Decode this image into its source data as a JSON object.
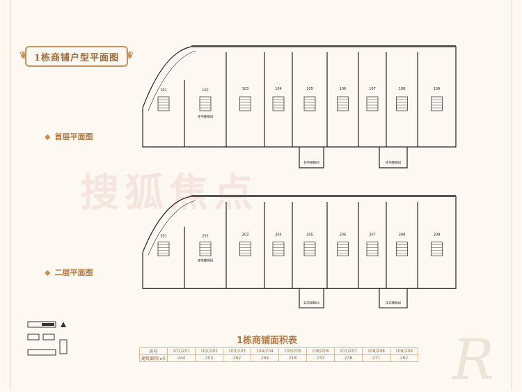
{
  "title": "1栋商铺户型平面图",
  "floors": [
    {
      "label": "首层平面图",
      "units": [
        "109",
        "108",
        "107",
        "106",
        "105",
        "104",
        "103",
        "102",
        "101"
      ],
      "stair": "住宅楼梯间"
    },
    {
      "label": "二层平面图",
      "units": [
        "209",
        "208",
        "207",
        "206",
        "205",
        "204",
        "203",
        "202",
        "201"
      ],
      "stair": "住宅楼梯间"
    }
  ],
  "watermark": "搜狐焦点",
  "area_table": {
    "title": "1栋商铺面积表",
    "row_headers": [
      "房号",
      "建筑面积(㎡)"
    ],
    "rooms": [
      "101/201",
      "102/202",
      "103/203",
      "104/204",
      "105/205",
      "106/206",
      "107/207",
      "108/208",
      "109/209"
    ],
    "areas": [
      "244",
      "203",
      "262",
      "294",
      "218",
      "237",
      "238",
      "271",
      "262"
    ]
  },
  "colors": {
    "accent": "#b07a42",
    "background": "#fdf9f2"
  }
}
